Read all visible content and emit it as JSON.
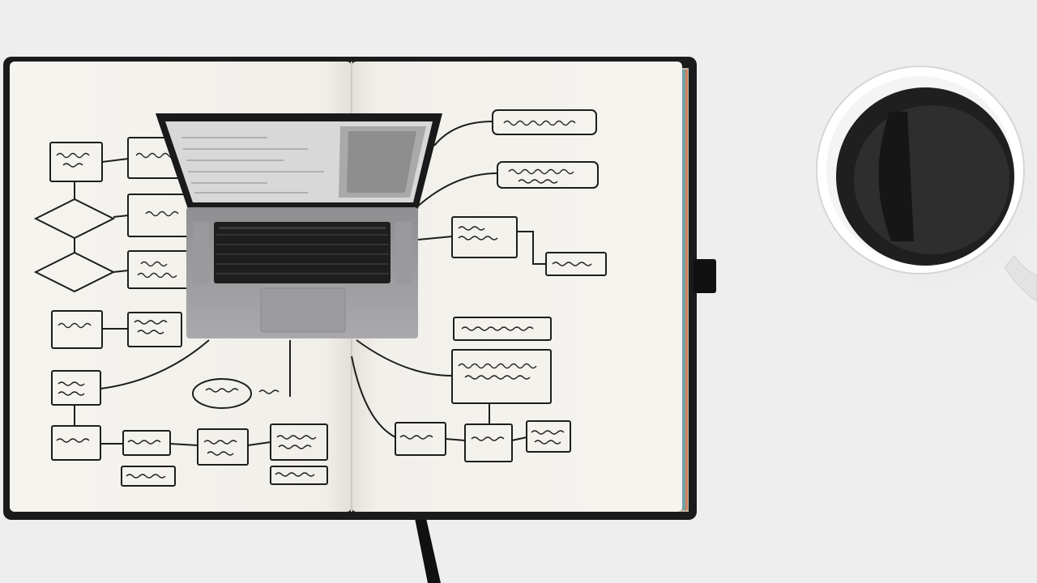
{
  "scene": {
    "description_visible_text": "none",
    "background_color": "#eeeeef",
    "notebook": {
      "cover_color": "#1b1b1b",
      "page_color": "#f3f1ec",
      "ribbon_color": "#111111"
    },
    "laptop": {
      "body_color": "#a6a6a8",
      "screen_color": "#d8d8d8",
      "bezel_color": "#1a1a1a"
    },
    "coffee_cup": {
      "cup_color": "#ffffff",
      "coffee_color": "#2b2b2b"
    },
    "icons": [
      "notebook",
      "laptop",
      "coffee-cup",
      "flowchart"
    ]
  }
}
